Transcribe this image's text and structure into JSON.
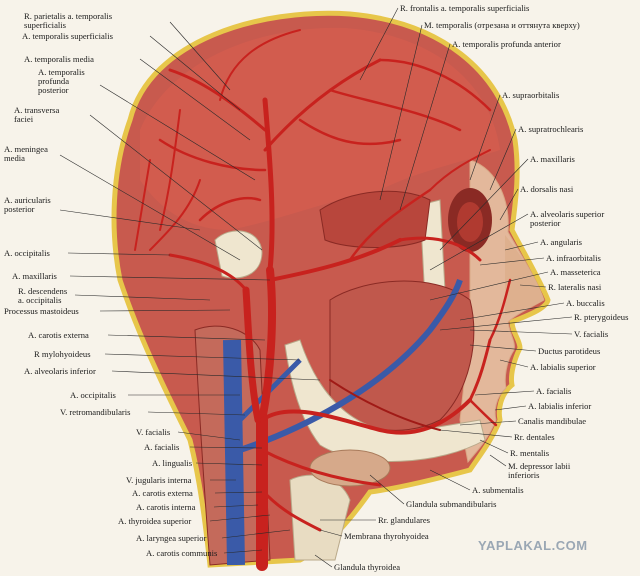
{
  "labels_left": [
    "R. parietalis a. temporalis\nsuperficialis",
    "A. temporalis superficialis",
    "A. temporalis media",
    "A. temporalis\nprofunda\nposterior",
    "A. transversa\nfaciei",
    "A. meningea\nmedia",
    "A. auricularis\nposterior",
    "A. occipitalis",
    "A. maxillaris",
    "R. descendens\na. occipitalis",
    "Processus mastoideus",
    "A. carotis externa",
    "R mylohyoideus",
    "A. alveolaris inferior",
    "A. occipitalis",
    "V. retromandibularis",
    "V. facialis",
    "A. facialis",
    "A. lingualis",
    "V. jugularis interna",
    "A. carotis externa",
    "A. carotis interna",
    "A. thyroidea superior",
    "A. laryngea superior",
    "A. carotis communis"
  ],
  "labels_top": [
    "R. frontalis a. temporalis superficialis",
    "M. temporalis (отрезана и оттянута кверху)",
    "A. temporalis profunda anterior"
  ],
  "labels_right": [
    "A. supraorbitalis",
    "A. supratrochlearis",
    "A. maxillaris",
    "A. dorsalis nasi",
    "A. alveolaris superior\nposterior",
    "A. angularis",
    "A. infraorbitalis",
    "A. masseterica",
    "R. lateralis nasi",
    "A. buccalis",
    "R. pterygoideus",
    "V. facialis",
    "Ductus parotideus",
    "A. labialis superior",
    "A. facialis",
    "A. labialis inferior",
    "Canalis mandibulae",
    "Rr. dentales",
    "R. mentalis",
    "M. depressor labii\ninferioris",
    "A. submentalis",
    "Glandula submandibularis"
  ],
  "labels_bottom": [
    "Rr. glandulares",
    "Membrana thyrohyoidea",
    "Glandula thyroidea"
  ],
  "watermark": "YAPLAKAL.COM",
  "colors": {
    "artery": "#c8221e",
    "vein": "#3a5aa8",
    "muscle": "#b8564a",
    "skin": "#e9c9a8",
    "bone": "#efe6cf",
    "background": "#f7f3ea",
    "hair_outline": "#e7c64a"
  }
}
